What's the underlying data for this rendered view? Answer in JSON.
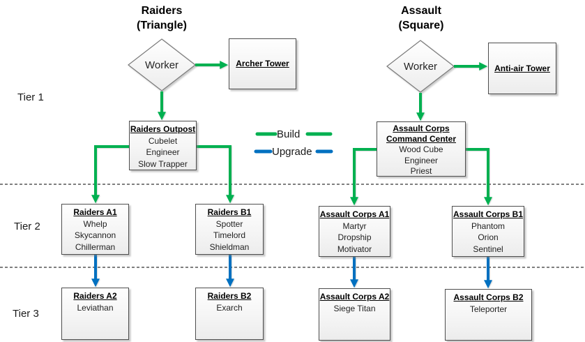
{
  "diagram": {
    "tier_labels": [
      "Tier 1",
      "Tier 2",
      "Tier 3"
    ],
    "legend": {
      "build": "Build",
      "upgrade": "Upgrade"
    },
    "colors": {
      "build_line": "#00B050",
      "upgrade_line": "#0070C0"
    },
    "raiders": {
      "title": "Raiders",
      "subtitle": "(Triangle)",
      "worker_label": "Worker",
      "tower_title": "Archer Tower",
      "outpost": {
        "title": "Raiders Outpost",
        "units": [
          "Cubelet",
          "Engineer",
          "Slow Trapper"
        ]
      },
      "a1": {
        "title": "Raiders A1",
        "units": [
          "Whelp",
          "Skycannon",
          "Chillerman"
        ]
      },
      "b1": {
        "title": "Raiders B1",
        "units": [
          "Spotter",
          "Timelord",
          "Shieldman"
        ]
      },
      "a2": {
        "title": "Raiders A2",
        "units": [
          "Leviathan"
        ]
      },
      "b2": {
        "title": "Raiders B2",
        "units": [
          "Exarch"
        ]
      }
    },
    "assault": {
      "title": "Assault",
      "subtitle": "(Square)",
      "worker_label": "Worker",
      "tower_title": "Anti-air Tower",
      "command_center": {
        "title_line1": "Assault Corps",
        "title_line2": "Command Center",
        "units": [
          "Wood Cube",
          "Engineer",
          "Priest"
        ]
      },
      "a1": {
        "title": "Assault Corps A1",
        "units": [
          "Martyr",
          "Dropship",
          "Motivator"
        ]
      },
      "b1": {
        "title": "Assault Corps B1",
        "units": [
          "Phantom",
          "Orion",
          "Sentinel"
        ]
      },
      "a2": {
        "title": "Assault Corps A2",
        "units": [
          "Siege Titan"
        ]
      },
      "b2": {
        "title": "Assault Corps B2",
        "units": [
          "Teleporter"
        ]
      }
    }
  }
}
